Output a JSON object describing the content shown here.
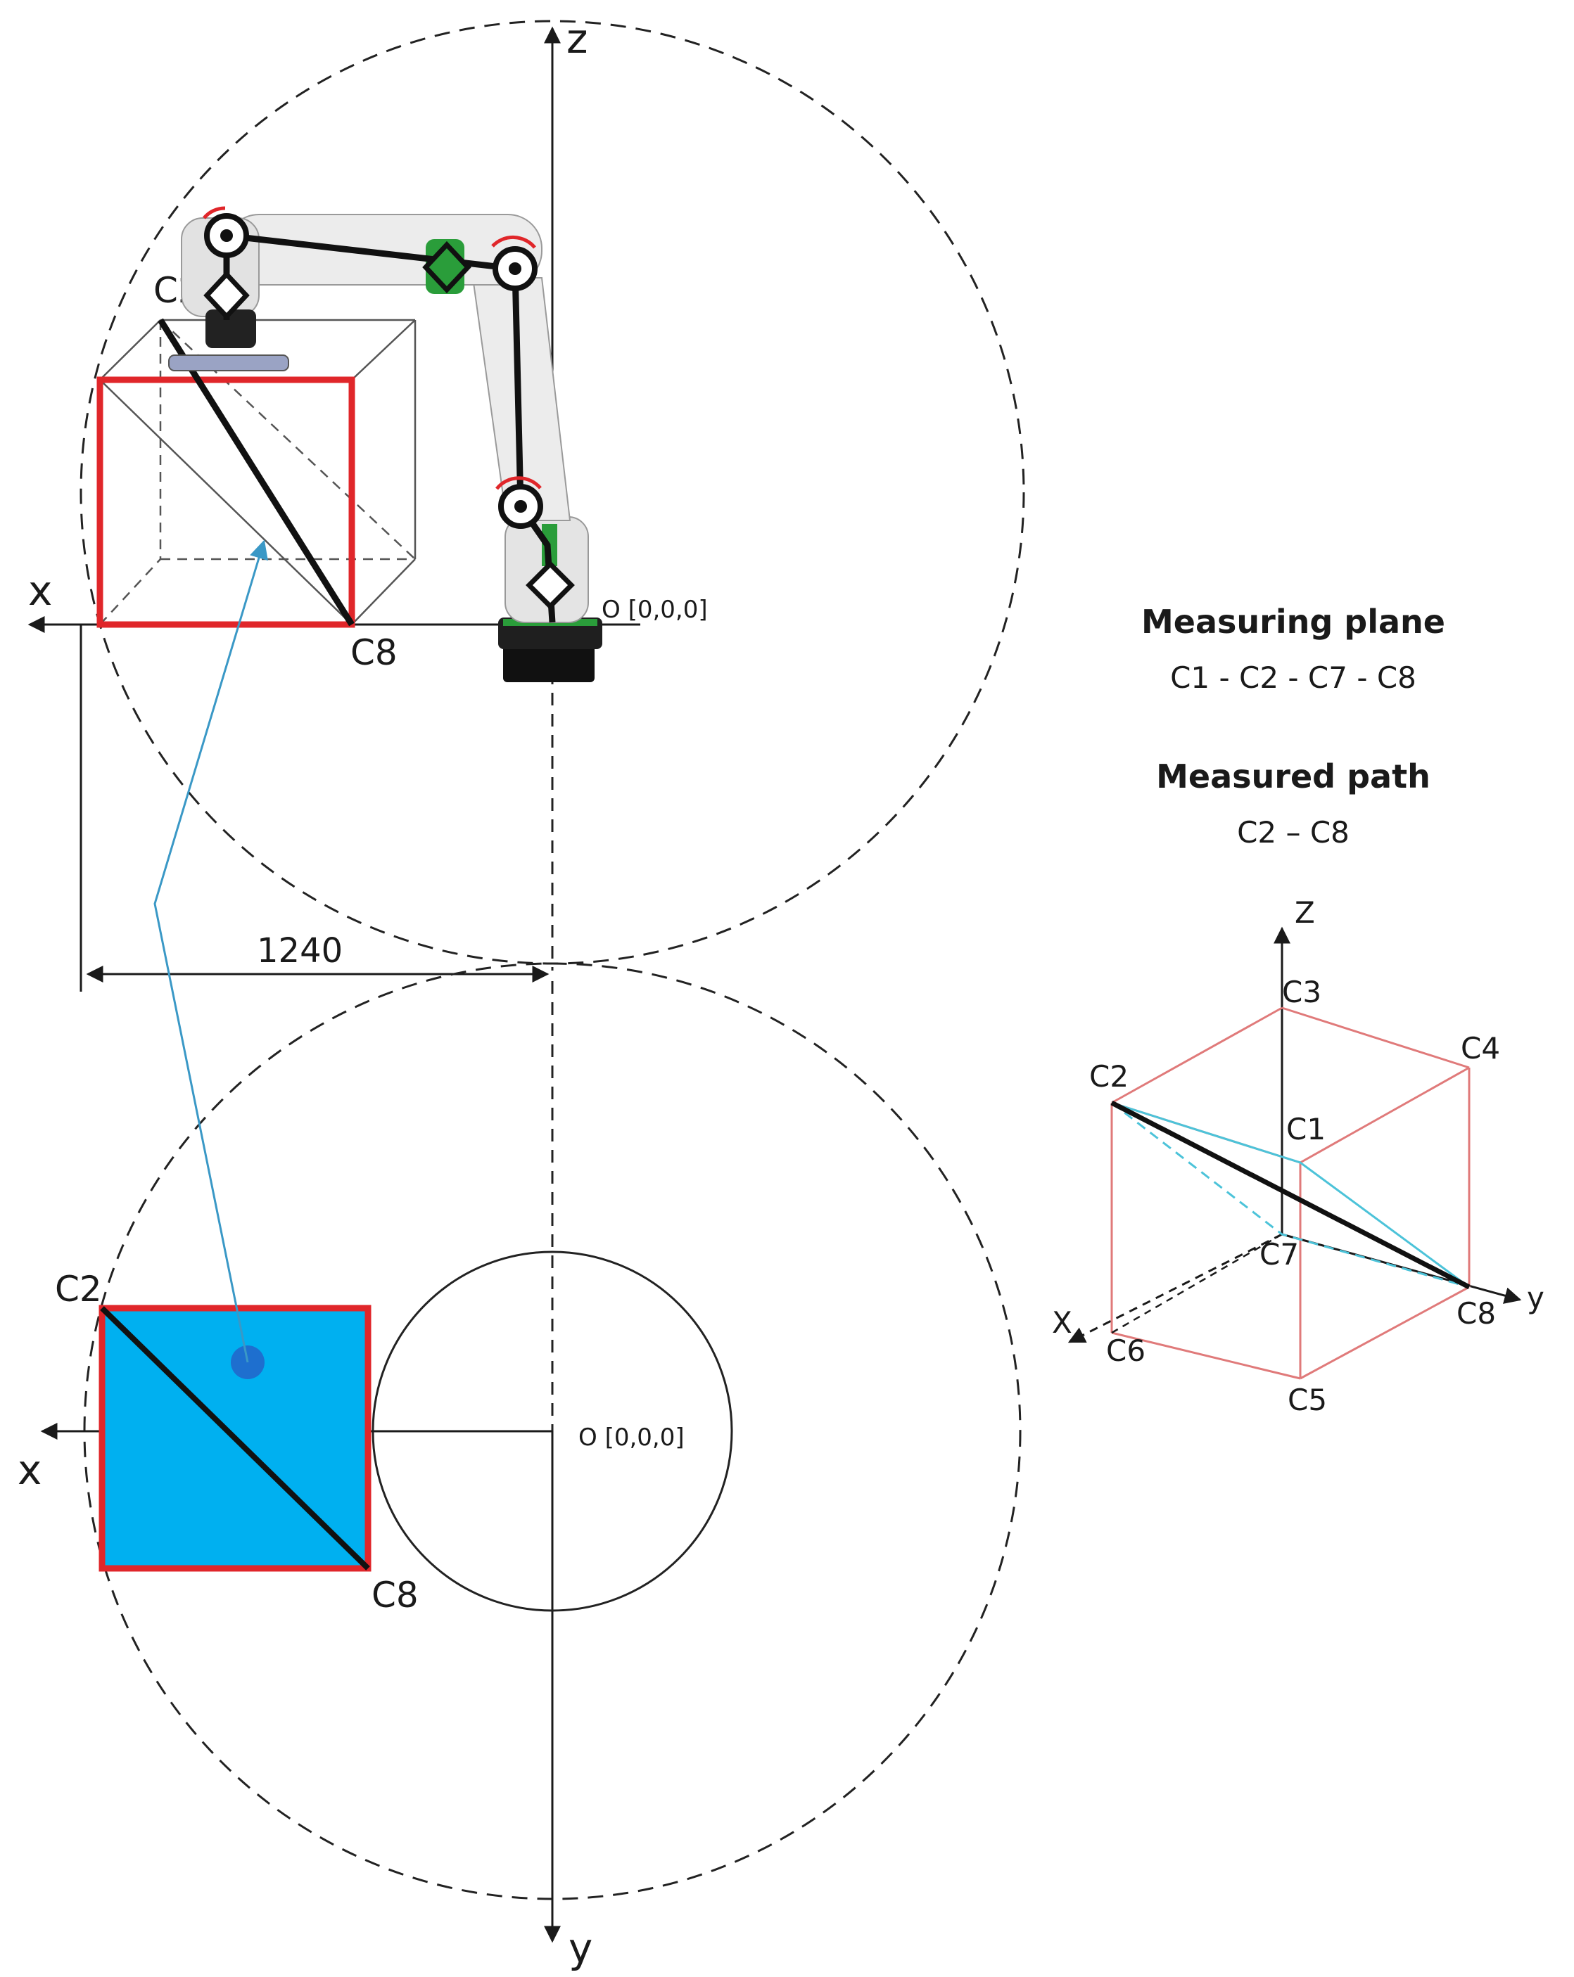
{
  "top_view_labels": {
    "z_axis": "z",
    "x_axis": "x",
    "c2": "C2",
    "c8": "C8",
    "origin": "O [0,0,0]",
    "dimension": "1240"
  },
  "bottom_view_labels": {
    "y_axis": "y",
    "x_axis": "x",
    "c2": "C2",
    "c8": "C8",
    "origin": "O [0,0,0]"
  },
  "legend": {
    "plane_title": "Measuring plane",
    "plane_corners": "C1 - C2 - C7 - C8",
    "path_title": "Measured path",
    "path_value": "C2 – C8"
  },
  "cube_labels": {
    "z_axis": "Z",
    "x_axis": "X",
    "y_axis": "y",
    "c1": "C1",
    "c2": "C2",
    "c3": "C3",
    "c4": "C4",
    "c5": "C5",
    "c6": "C6",
    "c7": "C7",
    "c8": "C8"
  },
  "colors": {
    "work_envelope_red": "#e0262a",
    "plane_fill_blue": "#00b0f0",
    "callout_line": "#3a98c6",
    "cube_edge": "#e07a7a",
    "cube_path_cyan": "#4cc3d9"
  },
  "icons": [
    "robot-arm-illustration",
    "rotation-joint-icon",
    "revolute-joint-icon"
  ]
}
